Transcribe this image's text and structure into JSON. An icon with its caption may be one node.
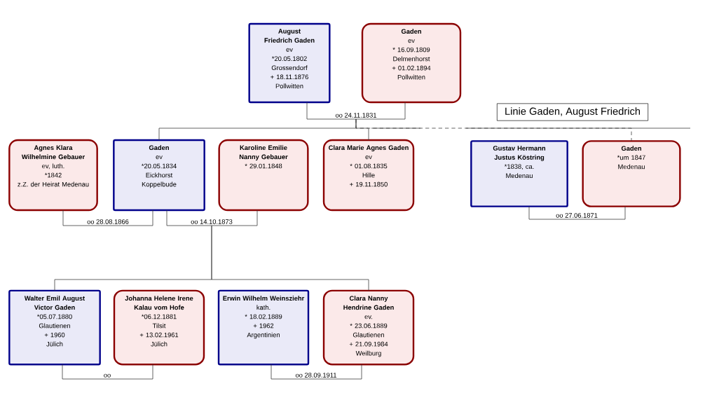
{
  "diagram": {
    "title": "Linie Gaden, August Friedrich",
    "nodes": [
      {
        "text": [
          "August Friedrich Gaden",
          "ev",
          "*20.05.1802",
          "Grossendorf",
          "+ 18.11.1876",
          "Pollwitten"
        ]
      },
      {
        "text": [
          "Gaden",
          "ev",
          "* 16.09.1809",
          "Delmenhorst",
          "+ 01.02.1894",
          "Pollwitten"
        ]
      },
      {
        "text": [
          "oo 24.11.1831"
        ]
      },
      {
        "text": [
          "Agnes Klara Wilhelmine Gebauer",
          "ev, luth.",
          "*1842",
          "z.Z. der Heirat Medenau"
        ]
      },
      {
        "text": [
          "Gaden",
          "ev",
          "*20.05.1834",
          "Eickhorst",
          "Koppelbude"
        ]
      },
      {
        "text": [
          "Karoline Emilie Nanny Gebauer",
          "* 29.01.1848"
        ]
      },
      {
        "text": [
          "Clara Marie Agnes Gaden",
          "ev",
          "* 01.08.1835",
          "Hille",
          "+ 19.11.1850"
        ]
      },
      {
        "text": [
          "Gustav Hermann Justus Köstring",
          "*1838, ca.",
          "Medenau"
        ]
      },
      {
        "text": [
          "Gaden",
          "*um 1847",
          "Medenau"
        ]
      },
      {
        "text": [
          "oo 28.08.1866"
        ]
      },
      {
        "text": [
          "oo 14.10.1873"
        ]
      },
      {
        "text": [
          "oo 27.06.1871"
        ]
      },
      {
        "text": [
          "Walter Emil August Victor Gaden",
          "*05.07.1880",
          "Glautienen",
          "+ 1960",
          "Jülich"
        ]
      },
      {
        "text": [
          "Johanna Helene Irene Kalau vom Hofe",
          "*06.12.1881",
          "Tilsit",
          "+ 13.02.1961",
          "Jülich"
        ]
      },
      {
        "text": [
          "Erwin Wilhelm Weinsziehr",
          "kath.",
          "* 18.02.1889",
          "+ 1962",
          "Argentinien"
        ]
      },
      {
        "text": [
          "Clara Nanny Hendrine Gaden",
          "ev.",
          "* 23.06.1889",
          "Glautienen",
          "+ 21.09.1984",
          "Weilburg"
        ]
      },
      {
        "text": [
          "oo"
        ]
      },
      {
        "text": [
          "oo 28.09.1911"
        ]
      }
    ],
    "edges": [
      {
        "from": 0,
        "to": 2,
        "arrow": "none"
      },
      {
        "from": 1,
        "to": 2,
        "arrow": "none"
      },
      {
        "from": 2,
        "to": 4,
        "arrow": "none"
      },
      {
        "from": 2,
        "to": 6,
        "arrow": "none"
      },
      {
        "from": 2,
        "to": 8,
        "arrow": "none",
        "style": "dashed"
      },
      {
        "from": 3,
        "to": 9,
        "arrow": "none"
      },
      {
        "from": 4,
        "to": 9,
        "arrow": "none"
      },
      {
        "from": 4,
        "to": 10,
        "arrow": "none"
      },
      {
        "from": 5,
        "to": 10,
        "arrow": "none"
      },
      {
        "from": 7,
        "to": 11,
        "arrow": "none"
      },
      {
        "from": 8,
        "to": 11,
        "arrow": "none"
      },
      {
        "from": 10,
        "to": 12,
        "arrow": "none"
      },
      {
        "from": 10,
        "to": 15,
        "arrow": "none"
      },
      {
        "from": 12,
        "to": 16,
        "arrow": "none"
      },
      {
        "from": 13,
        "to": 16,
        "arrow": "none"
      },
      {
        "from": 14,
        "to": 17,
        "arrow": "none"
      },
      {
        "from": 15,
        "to": 17,
        "arrow": "none"
      }
    ]
  }
}
